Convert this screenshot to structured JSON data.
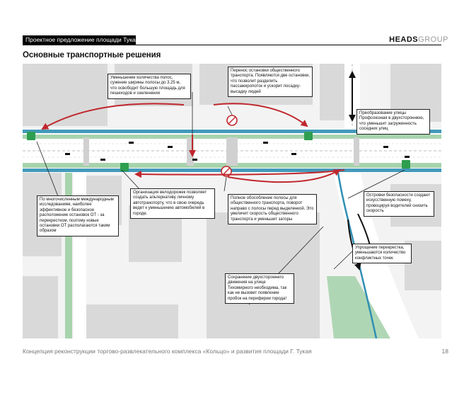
{
  "header": {
    "project_label": "Проектное предложение площади Тукая",
    "logo_bold": "HEADS",
    "logo_light": "GROUP"
  },
  "page_title": "Основные транспортные решения",
  "callouts": {
    "lanes": "Уменьшение количества полос, сужение ширины полосы до 3.25 м, что освободит большую площадь для пешеходов и озеленения",
    "stop_move": "Перенос остановки общественного транспорта. Появляются две остановки, что позволит разделить пассажиропоток и ускорит посадку-высадку людей",
    "two_way": "Преобразование улицы Профсоюзная в двухстороннюю, что уменьшит загруженность соседних улиц",
    "bike": "Организация велодорожек позволяет создать альтернативу личному автотранспорту, что в свою очередь ведет к уменьшению автомобилей в городе.",
    "research": "По многочисленным международным исследованиям, наиболее эффективное и безопасное расположение остановок ОТ - за перекрестком, поэтому новые остановки ОТ располагаются таким образом",
    "bus_lane": "Полное обособление полосы для общественного транспорта, поворот направо с полосы перед выделенкой. Это увеличит скорость общественного транспорта и уменьшит заторы",
    "islands": "Островки безопасности создают искусственную помеху, провоцируя водителей снизить скорость",
    "intersection": "Упрощение перекрестка, уменьшаются количество конфликтных точек",
    "tikhomirnova": "Сохранение двухстороннего движения на улице Тихомирного необходима, так как не вызовет появление пробок на периферии города!"
  },
  "footer": {
    "text": "Концепция реконструкции торгово-развлекательного комплекса «Кольцо» и развития площади Г. Тукая",
    "page_number": "18"
  },
  "colors": {
    "green": "#2e9e4f",
    "bike_lane": "#2f8fb3",
    "arrow": "#c0272d",
    "green_area": "#a7d3ad",
    "road": "#ffffff",
    "block": "#d9d9d9"
  }
}
